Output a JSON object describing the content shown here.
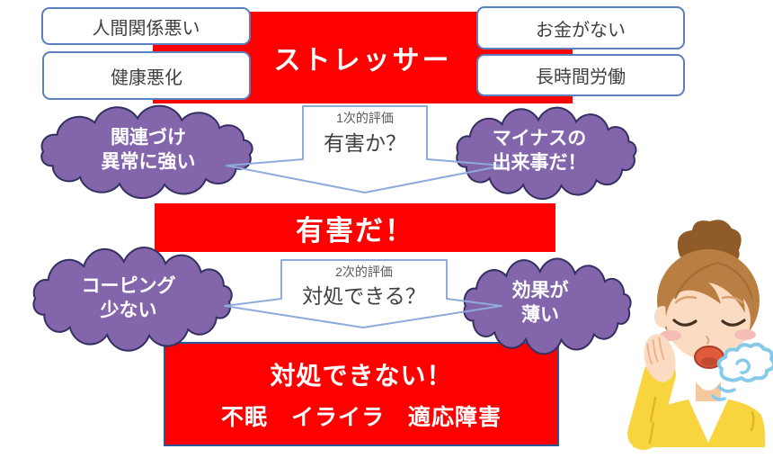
{
  "colors": {
    "result_red": "#ff0000",
    "cloud_purple": "#8365ac",
    "cloud_outline": "#343062",
    "example_box_border": "#5b7fbf",
    "arrow_outline": "#8faadc",
    "final_box_border": "#2f5597"
  },
  "stressor": {
    "title": "ストレッサー",
    "examples": [
      {
        "label": "人間関係悪い"
      },
      {
        "label": "健康悪化"
      },
      {
        "label": "お金がない"
      },
      {
        "label": "長時間労働"
      }
    ]
  },
  "primary": {
    "stage": "1次的評価",
    "question": "有害か？",
    "thought_left": {
      "line1": "関連づけ",
      "line2": "異常に強い"
    },
    "thought_right": {
      "line1": "マイナスの",
      "line2": "出来事だ！"
    },
    "result": "有害だ！"
  },
  "secondary": {
    "stage": "2次的評価",
    "question": "対処できる？",
    "thought_left": {
      "line1": "コーピング",
      "line2": "少ない"
    },
    "thought_right": {
      "line1": "効果が",
      "line2": "薄い"
    },
    "result": "対処できない！",
    "symptoms": "不眠　イライラ　適応障害"
  }
}
